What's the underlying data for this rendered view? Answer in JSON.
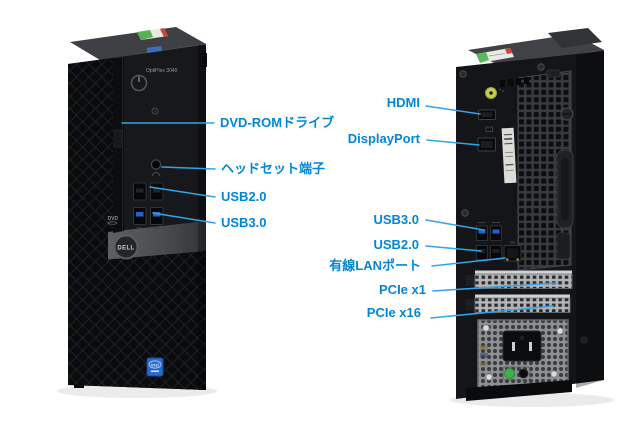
{
  "page": {
    "background": "#ffffff",
    "description_text": ""
  },
  "colors": {
    "label_text": "#0087d6",
    "callout_line": "#35a2e8",
    "usb3_blue": "#2563c8",
    "audio_jack": "#c9d14b",
    "psu_sticker_green": "#3cb24a"
  },
  "front_view": {
    "model_text": "OptiPlex 3040",
    "dell_logo": "DELL",
    "drive_logo": "DVD",
    "cpu_badge": "intel",
    "labels": {
      "dvd_drive": "DVD-ROMドライブ",
      "headset": "ヘッドセット端子",
      "usb2": "USB2.0",
      "usb3": "USB3.0"
    }
  },
  "rear_view": {
    "labels": {
      "hdmi": "HDMI",
      "displayport": "DisplayPort",
      "usb3": "USB3.0",
      "usb2": "USB2.0",
      "lan": "有線LANポート",
      "pcie_x1": "PCIe x1",
      "pcie_x16": "PCIe x16"
    }
  }
}
